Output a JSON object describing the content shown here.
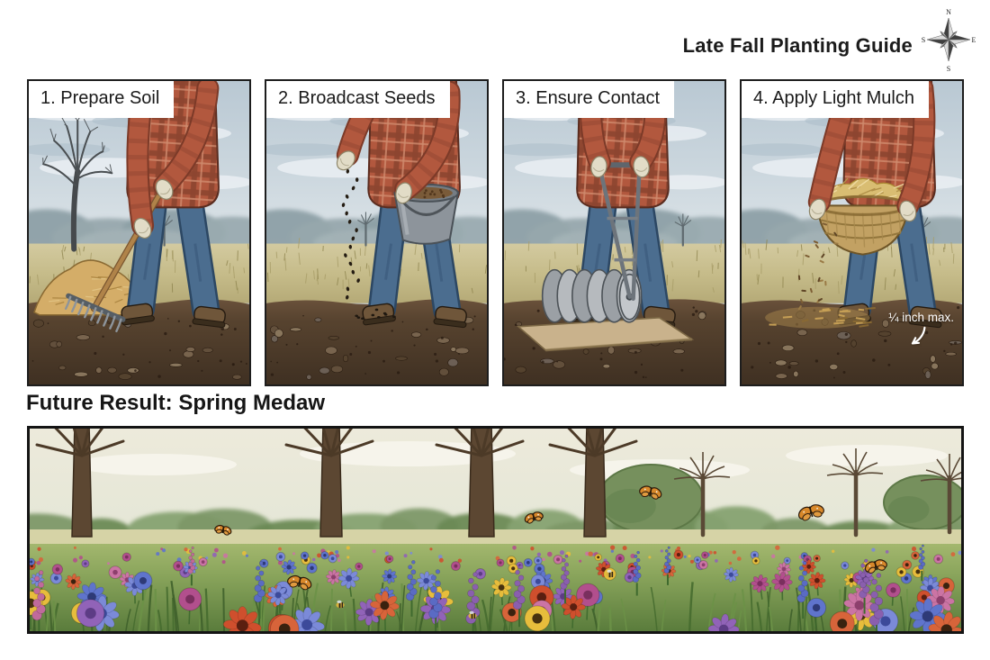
{
  "title": "Late Fall Planting Guide",
  "compass": {
    "north": "N",
    "east": "E",
    "south": "S",
    "west": "S"
  },
  "steps": [
    {
      "label": "1. Prepare Soil",
      "depicts": "person raking bare soil with a bow rake beside a straw pile and a leafless tree"
    },
    {
      "label": "2. Broadcast Seeds",
      "depicts": "person hand-scattering seeds from a gray bucket onto prepared soil"
    },
    {
      "label": "3. Ensure Contact",
      "depicts": "person pressing seed into soil with a lawn roller on a flat board"
    },
    {
      "label": "4. Apply Light Mulch",
      "annotation": "¼ inch max.",
      "depicts": "person spreading a light straw mulch layer from a wicker basket"
    }
  ],
  "future_result": {
    "heading": "Future Result: Spring Medaw",
    "depicts": "blooming wildflower meadow with butterflies, bees and bare trees"
  },
  "palette": {
    "sky": "#c3cfd6",
    "field": "#c6bc8a",
    "soil": "#57432f",
    "shirt_plaid": "#b2583e",
    "jeans": "#4b6d8f",
    "boots": "#6f563a",
    "gloves": "#e2dcc7",
    "straw": "#d4ad68",
    "metal": "#8d949b",
    "basket": "#c2a163",
    "grass": "#6b8a55",
    "flowers": [
      {
        "petal": "#cf4f2d",
        "center": "#5a1f10"
      },
      {
        "petal": "#d7643a",
        "center": "#3a220f"
      },
      {
        "petal": "#5f74cc",
        "center": "#2e3a77"
      },
      {
        "petal": "#7b8ad8",
        "center": "#3c4a9a"
      },
      {
        "petal": "#9163b8",
        "center": "#5d3c85"
      },
      {
        "petal": "#e7bd3c",
        "center": "#47310f"
      },
      {
        "petal": "#cb74a4",
        "center": "#8d3f6d"
      },
      {
        "petal": "#b24f8d",
        "center": "#7a2f5e"
      }
    ],
    "lupines": [
      "#5a6bc4",
      "#8a5fae",
      "#c06a9b"
    ],
    "butterfly": {
      "wing": "#d8882a",
      "edge": "#2e1c0d"
    }
  }
}
